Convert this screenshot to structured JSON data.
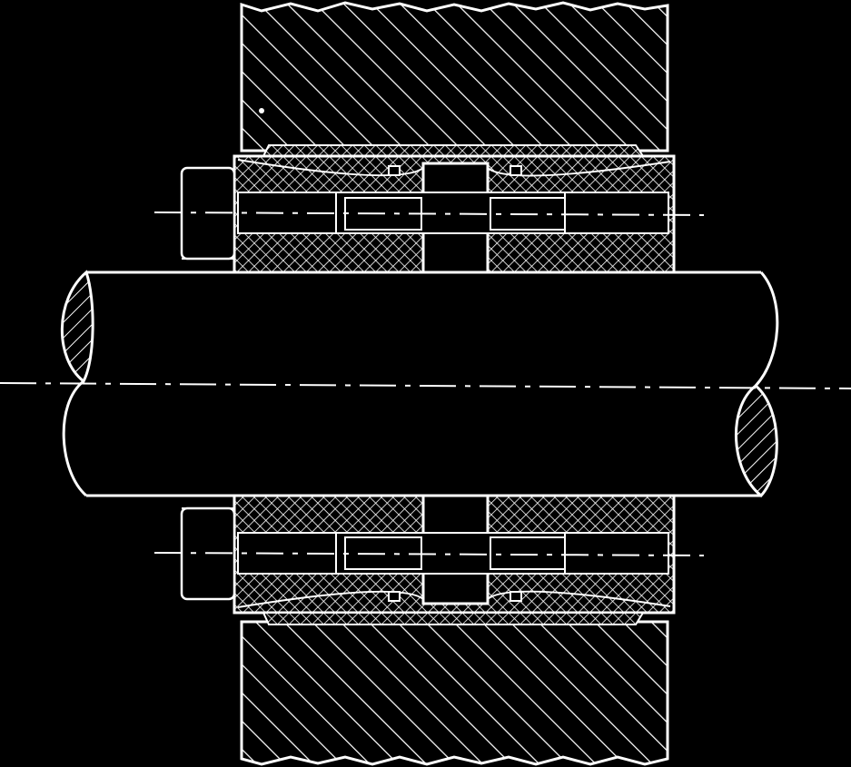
{
  "drawing": {
    "background_color": "#000000",
    "line_color": "#ffffff",
    "hatch_style_housing": "diagonal-45",
    "hatch_style_shaft_end": "diagonal-135",
    "hatch_style_locking_rings": "crosshatch",
    "components": [
      {
        "name": "hub-housing-top",
        "fill": "hatch"
      },
      {
        "name": "hub-housing-bottom",
        "fill": "hatch"
      },
      {
        "name": "shaft",
        "fill": "solid"
      },
      {
        "name": "locking-assembly-top",
        "fill": "crosshatch"
      },
      {
        "name": "locking-assembly-bottom",
        "fill": "crosshatch"
      },
      {
        "name": "clamping-screw-top",
        "fill": "solid"
      },
      {
        "name": "clamping-screw-bottom",
        "fill": "solid"
      }
    ]
  }
}
